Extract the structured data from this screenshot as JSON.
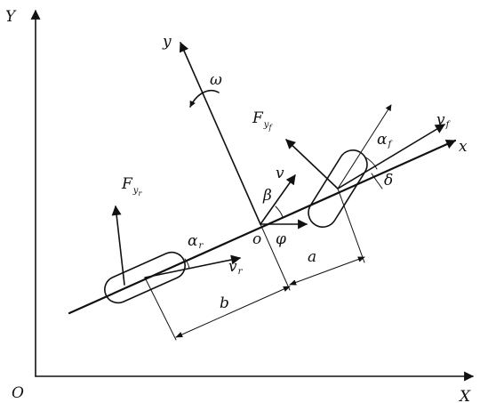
{
  "labels": {
    "Y_axis": "Y",
    "X_axis": "X",
    "origin_O": "O",
    "x_body": "x",
    "y_body": "y",
    "omega": "ω",
    "F_front": "F",
    "F_front_sub": "y",
    "F_front_subsub": "f",
    "F_rear": "F",
    "F_rear_sub": "y",
    "F_rear_subsub": "r",
    "v": "v",
    "beta": "β",
    "origin_o": "o",
    "phi": "φ",
    "alpha_f": "α",
    "alpha_f_sub": "f",
    "alpha_r": "α",
    "alpha_r_sub": "r",
    "v_f": "v",
    "v_f_sub": "f",
    "v_r": "v",
    "v_r_sub": "r",
    "delta": "δ",
    "a": "a",
    "b": "b"
  }
}
